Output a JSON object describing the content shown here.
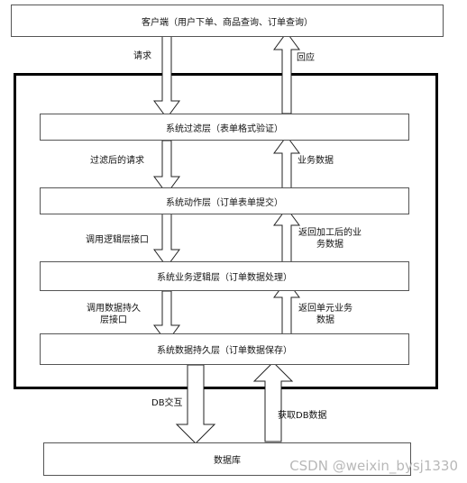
{
  "boxes": {
    "client": "客户端（用户下单、商品查询、订单查询）",
    "filter_layer": "系统过滤层（表单格式验证）",
    "action_layer": "系统动作层（订单表单提交）",
    "logic_layer": "系统业务逻辑层（订单数据处理）",
    "persistence_layer": "系统数据持久层（订单数据保存）",
    "database": "数据库"
  },
  "labels": {
    "request": "请求",
    "response": "回应",
    "filtered_request": "过滤后的请求",
    "business_data": "业务数据",
    "call_logic_interface": "调用逻辑层接口",
    "return_processed_data": "返回加工后的业务数据",
    "call_persistence_interface": "调用数据持久层接口",
    "return_unit_data": "返回单元业务数据",
    "db_interaction": "DB交互",
    "fetch_db_data": "获取DB数据"
  },
  "watermark": "CSDN @weixin_bysj1330"
}
